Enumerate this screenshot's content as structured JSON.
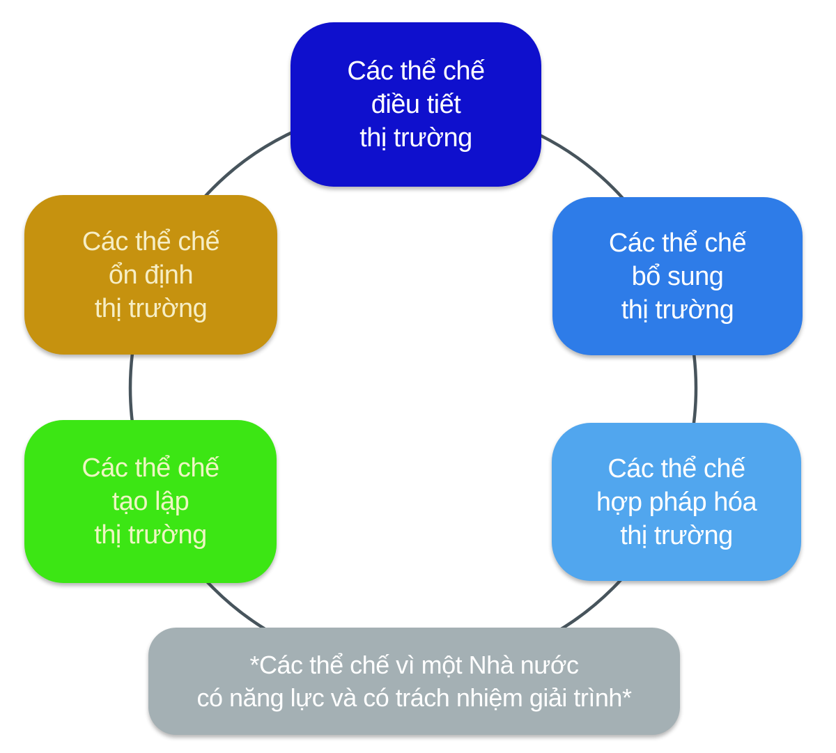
{
  "diagram": {
    "background_color": "#ffffff",
    "ring_color": "#47545c",
    "nodes": [
      {
        "id": "dieu-tiet",
        "lines": [
          "Các thể chế",
          "điều tiết",
          "thị trường"
        ],
        "fill": "#0f10cd",
        "text_color": "#ffffff"
      },
      {
        "id": "bo-sung",
        "lines": [
          "Các thể chế",
          "bổ sung",
          "thị trường"
        ],
        "fill": "#2e7ce8",
        "text_color": "#ffffff"
      },
      {
        "id": "hop-phap-hoa",
        "lines": [
          "Các thể chế",
          "hợp pháp hóa",
          "thị trường"
        ],
        "fill": "#51a6ee",
        "text_color": "#ffffff"
      },
      {
        "id": "tao-lap",
        "lines": [
          "Các thể chế",
          "tạo lập",
          "thị trường"
        ],
        "fill": "#3ce614",
        "text_color": "#eef6c3"
      },
      {
        "id": "on-dinh",
        "lines": [
          "Các thể chế",
          "ổn định",
          "thị trường"
        ],
        "fill": "#c6920f",
        "text_color": "#f6eec6"
      },
      {
        "id": "nha-nuoc",
        "lines": [
          "*Các thể chế vì một Nhà nước",
          "có năng lực và có trách nhiệm giải trình*"
        ],
        "fill": "#a4b0b4",
        "text_color": "#ffffff"
      }
    ]
  }
}
